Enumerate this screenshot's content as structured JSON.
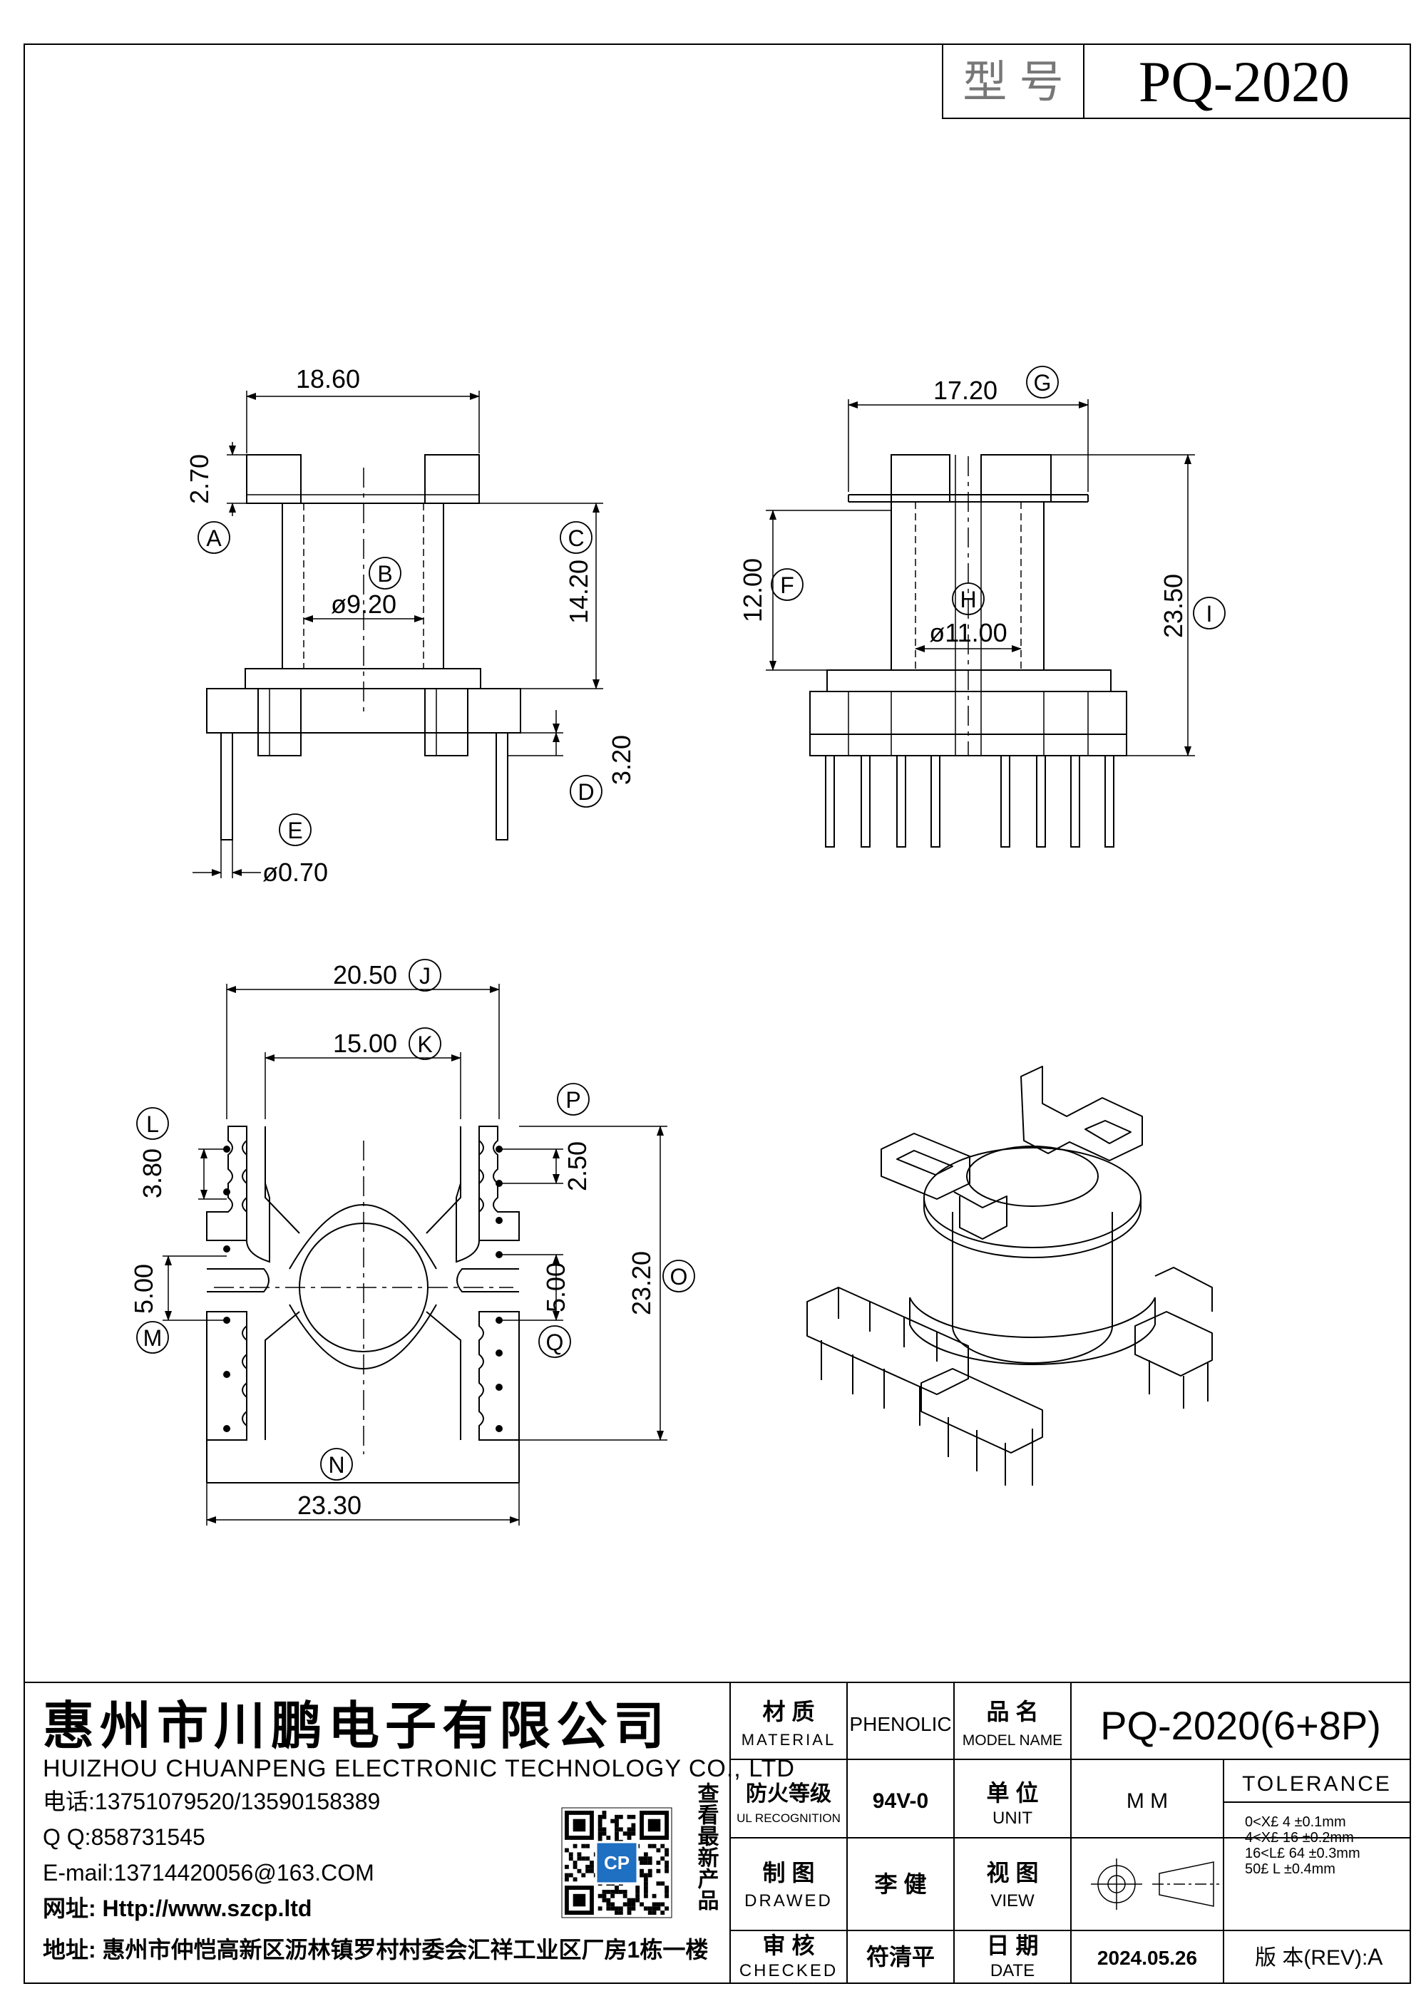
{
  "header": {
    "model_label": "型 号",
    "model_value": "PQ-2020"
  },
  "dimensions": {
    "A": {
      "letter": "A",
      "value": "2.70"
    },
    "B": {
      "letter": "B",
      "value": "ø9.20"
    },
    "C": {
      "letter": "C",
      "value": "14.20"
    },
    "D": {
      "letter": "D",
      "value": "3.20"
    },
    "E": {
      "letter": "E",
      "value": "ø0.70"
    },
    "F": {
      "letter": "F",
      "value": "12.00"
    },
    "G": {
      "letter": "G",
      "value": "17.20"
    },
    "H": {
      "letter": "H",
      "value": "ø11.00"
    },
    "I": {
      "letter": "I",
      "value": "23.50"
    },
    "J": {
      "letter": "J",
      "value": "20.50"
    },
    "K": {
      "letter": "K",
      "value": "15.00"
    },
    "L": {
      "letter": "L",
      "value": "3.80"
    },
    "M": {
      "letter": "M",
      "value": "5.00"
    },
    "N": {
      "letter": "N",
      "value": "23.30"
    },
    "O": {
      "letter": "O",
      "value": "23.20"
    },
    "P": {
      "letter": "P",
      "value": "2.50"
    },
    "Q": {
      "letter": "Q",
      "value": "5.00"
    },
    "top_width": "18.60"
  },
  "company": {
    "name_cn": "惠州市川鹏电子有限公司",
    "name_en": "HUIZHOU CHUANPENG ELECTRONIC TECHNOLOGY CO., LTD",
    "phone": "电话:13751079520/13590158389",
    "qq": "Q Q:858731545",
    "email": "E-mail:13714420056@163.COM",
    "website": "网址: Http://www.szcp.ltd",
    "address": "地址: 惠州市仲恺高新区沥林镇罗村村委会汇祥工业区厂房1栋一楼",
    "scan_text": "查看最新产品",
    "qr_logo": "CP"
  },
  "title_block": {
    "material_cn": "材 质",
    "material_en": "MATERIAL",
    "material_value": "PHENOLIC",
    "model_cn": "品 名",
    "model_en": "MODEL NAME",
    "model_value": "PQ-2020(6+8P)",
    "fire_cn": "防火等级",
    "fire_en": "UL RECOGNITION",
    "fire_value": "94V-0",
    "unit_cn": "单 位",
    "unit_en": "UNIT",
    "unit_value": "M M",
    "tolerance_label": "TOLERANCE",
    "drawn_cn": "制 图",
    "drawn_en": "DRAWED",
    "drawn_value": "李 健",
    "view_cn": "视 图",
    "view_en": "VIEW",
    "tolerances": [
      "0<X£ 4    ±0.1mm",
      "4<X£ 16   ±0.2mm",
      "16<L£ 64  ±0.3mm",
      "50£ L     ±0.4mm"
    ],
    "checked_cn": "审 核",
    "checked_en": "CHECKED",
    "checked_value": "符清平",
    "date_cn": "日 期",
    "date_en": "DATE",
    "date_value": "2024.05.26",
    "rev_label": "版 本(REV):",
    "rev_value": "A"
  }
}
